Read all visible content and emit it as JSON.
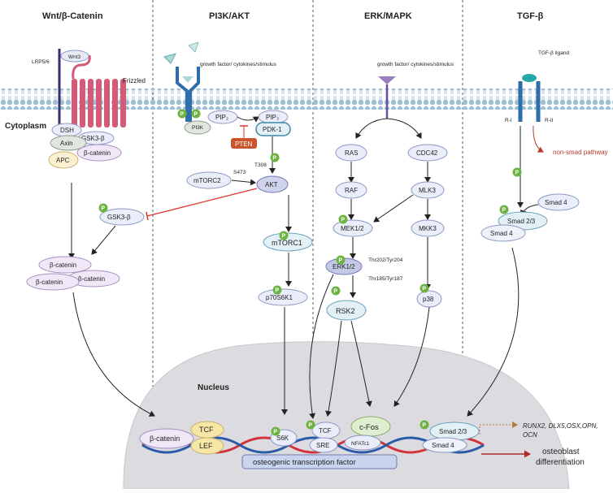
{
  "headers": {
    "wnt": "Wnt/β-Catenin",
    "pi3k": "PI3K/AKT",
    "erk": "ERK/MAPK",
    "tgf": "TGF-β"
  },
  "regions": {
    "cytoplasm": "Cytoplasm",
    "nucleus": "Nucleus"
  },
  "wnt": {
    "lrp": "LRP5/6",
    "wnt3": "Wnt3",
    "frizzled": "Frizzled",
    "dsh": "DSH",
    "gsk3b_complex": "GSK3-β",
    "axin": "Axin",
    "bcat_complex": "β-catenin",
    "apc": "APC",
    "gsk3b": "GSK3-β",
    "bcat1": "β-catenin",
    "bcat2": "β-catenin",
    "bcat3": "β-catenin"
  },
  "pi3k": {
    "stimulus": "growth factor/ cytokines/stimulus",
    "pip2": "PIP₂",
    "pip3": "PIP₃",
    "pi3k": "PI3K",
    "pdk1": "PDK-1",
    "pten": "PTEN",
    "t308": "T308",
    "s473": "S473",
    "mtorc2": "mTORC2",
    "akt": "AKT",
    "mtorc1": "mTORC1",
    "p70s6k1": "p70S6K1"
  },
  "erk": {
    "stimulus": "growth factor/ cytokines/stimulus",
    "ras": "RAS",
    "raf": "RAF",
    "mek": "MEK1/2",
    "erk12": "ERK1/2",
    "thr202": "Thr202/Tyr204",
    "thr185": "Thr185/Tyr187",
    "rsk2": "RSK2",
    "cdc42": "CDC42",
    "mlk3": "MLK3",
    "mkk3": "MKK3",
    "p38": "p38"
  },
  "tgf": {
    "ligand": "TGF-β ligand",
    "r1": "R-I",
    "r2": "R-II",
    "nonsmad": "non-smad pathway",
    "smad4_top": "Smad 4",
    "smad23": "Smad 2/3",
    "smad4": "Smad 4"
  },
  "nucleus": {
    "bcat": "β-catenin",
    "tcf": "TCF",
    "lef": "LEF",
    "s6k": "S6K",
    "tcf2": "TCF",
    "sre": "SRE",
    "cfos": "c-Fos",
    "nfatc1": "NFATc1",
    "smad23": "Smad 2/3",
    "smad4": "Smad 4",
    "otf": "osteogenic transcription factor",
    "genes1": "RUNX2, DLX5,OSX,OPN,",
    "genes2": "OCN",
    "outcome1": "osteoblast",
    "outcome2": "differentiation"
  },
  "phospho": "P",
  "colors": {
    "membrane": "#8fb2c9",
    "receptor_blue": "#2f6ea8",
    "frizzled": "#d45a78",
    "wnt_purple": "#e8dff2",
    "pill_fill": "#e9eefa",
    "pill_stroke": "#8c98c2",
    "phospho_green": "#6cb33f",
    "pten": "#c9552d",
    "inhibit_red": "#e0312e",
    "nucleus": "#d9d9dc",
    "tcf_yellow": "#f7e7a6",
    "otf_fill": "#c9d4ee",
    "non_smad": "#b73a2a",
    "gene_arrow": "#b5793a",
    "outcome_arrow": "#b02a2a"
  }
}
